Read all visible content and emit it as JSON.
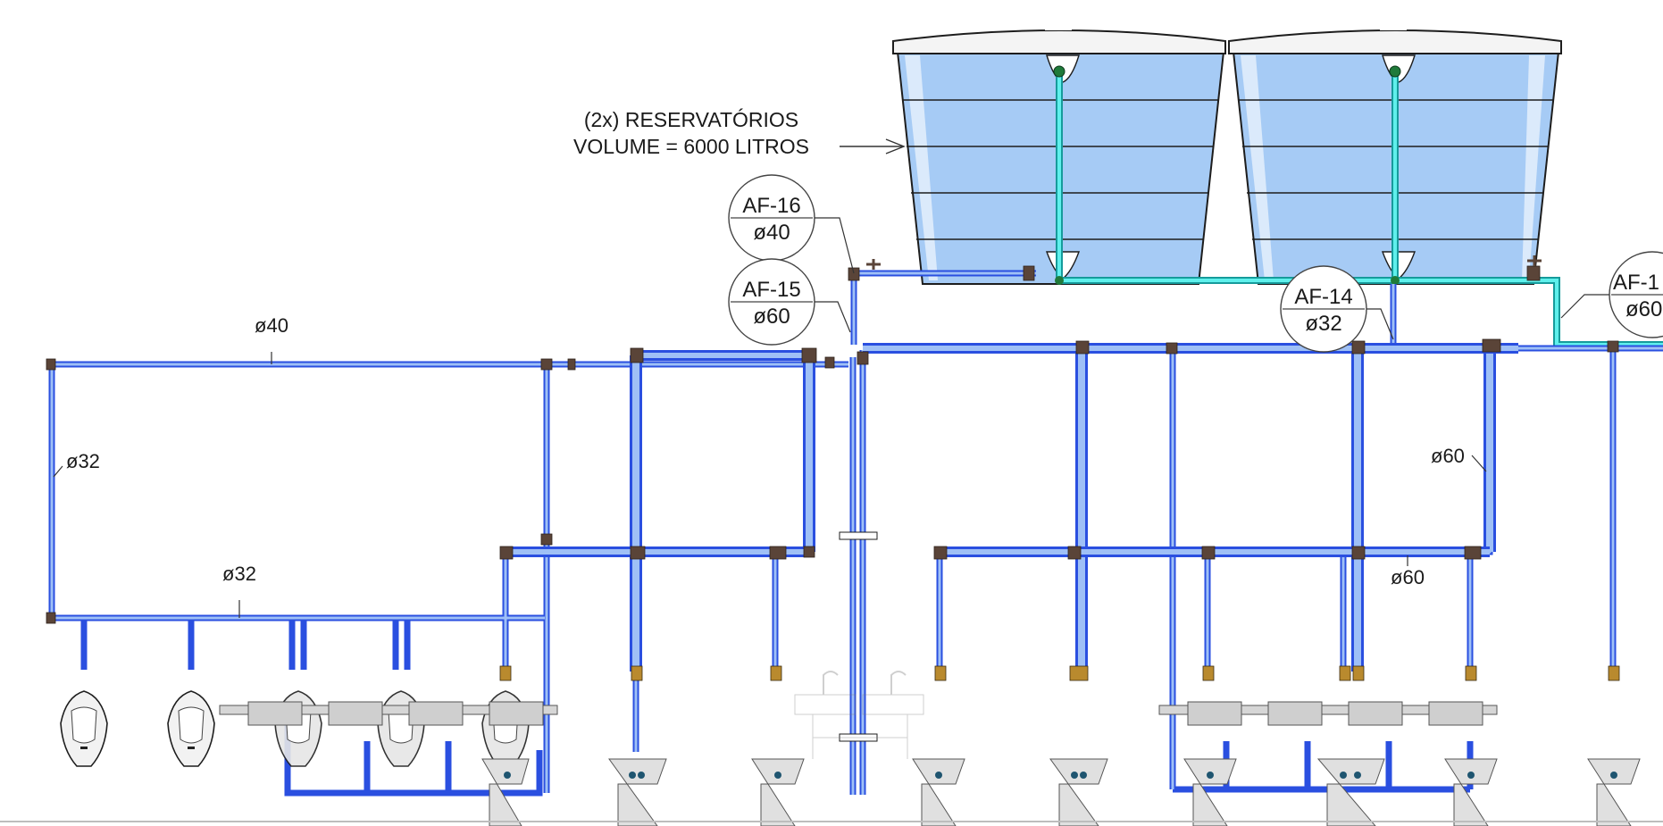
{
  "reservoir_note": {
    "line1": "(2x) RESERVATÓRIOS",
    "line2": "VOLUME = 6000 LITROS"
  },
  "tags": [
    {
      "id": "AF-16",
      "dia": "ø40"
    },
    {
      "id": "AF-15",
      "dia": "ø60"
    },
    {
      "id": "AF-14",
      "dia": "ø32"
    },
    {
      "id": "AF-1",
      "dia": "ø60"
    }
  ],
  "pipe_labels": {
    "top_left": "ø40",
    "left_vertical": "ø32",
    "urinal_branch": "ø32",
    "right_vertical": "ø60",
    "right_horizontal": "ø60"
  },
  "colors": {
    "cold_water_pipe": "#2a4fe0",
    "reservoir_outlet_pipe": "#169b9b",
    "tank_fill": "#a6cbf5",
    "fittings": "#5a4438"
  }
}
